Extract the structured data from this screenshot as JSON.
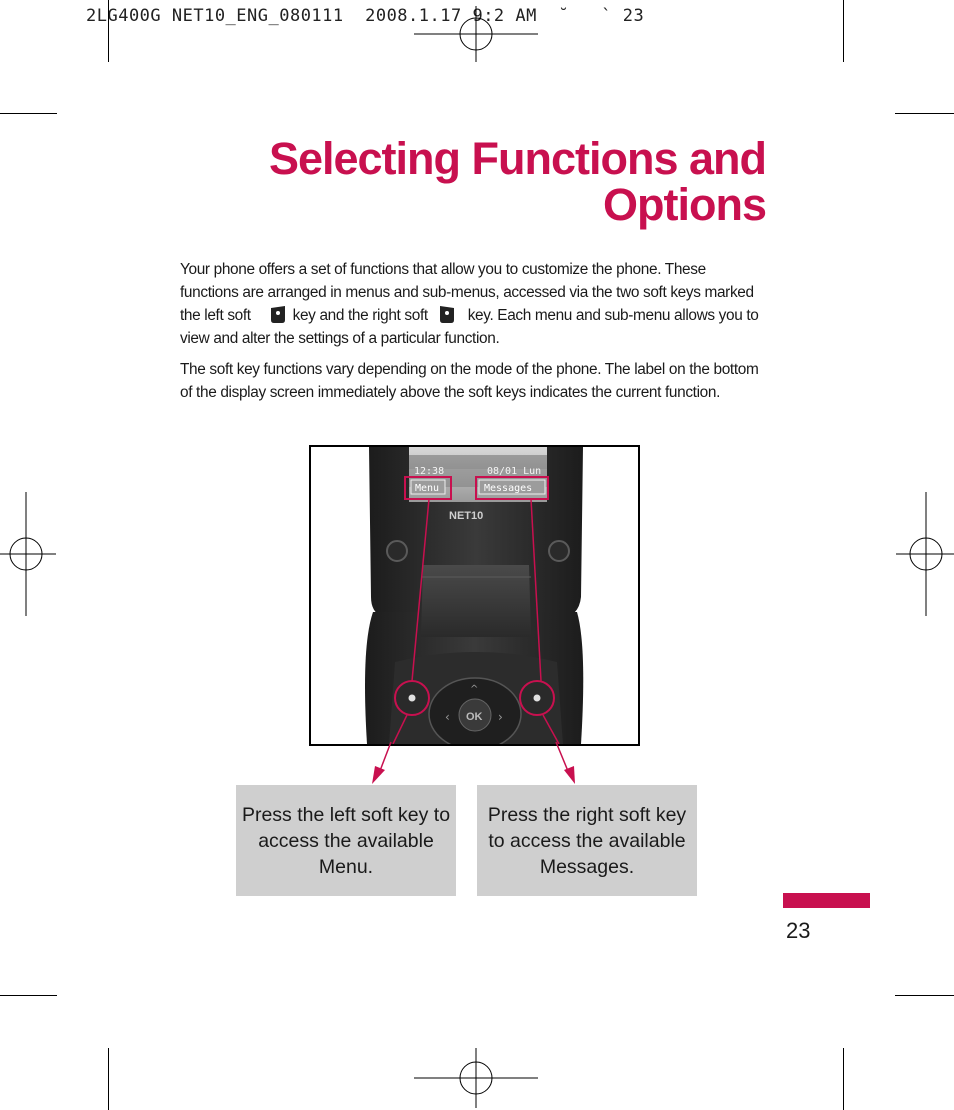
{
  "print_header": "2LG400G NET10_ENG_080111  2008.1.17 9:2 AM  ˘   ` 23",
  "title": {
    "line1": "Selecting Functions and",
    "line2": "Options"
  },
  "paragraph1": {
    "part1": "Your phone offers a set of functions that allow you to customize the phone. These functions are arranged in menus and sub-menus, accessed via the two soft keys marked the left soft",
    "part2": "key and the right soft",
    "part3": "key. Each menu and sub-menu allows you to view and alter the settings of a particular function."
  },
  "paragraph2": "The soft key functions vary depending on the mode of the phone. The label on the bottom of the display screen immediately above the soft keys indicates the current function.",
  "phone_screen": {
    "time": "12:38",
    "date": "08/01 Lun",
    "left_softkey_label": "Menu",
    "right_softkey_label": "Messages",
    "brand": "NET10",
    "ok_label": "OK"
  },
  "callouts": {
    "left": "Press the left soft key to access the available Menu.",
    "right": "Press the right soft key to access the available Messages."
  },
  "page_number": "23",
  "colors": {
    "accent": "#c8104f",
    "callout_bg": "#cfcfcf"
  }
}
